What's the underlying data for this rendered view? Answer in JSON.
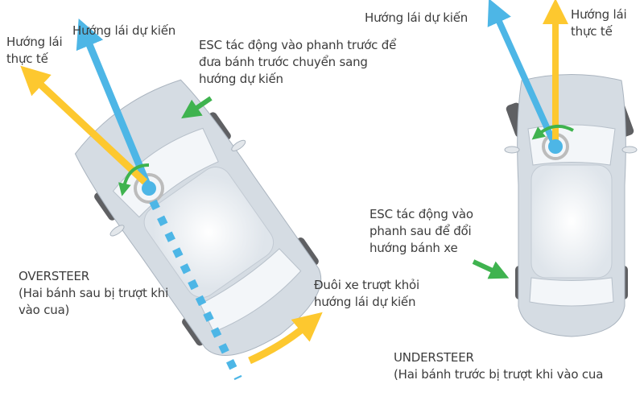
{
  "colors": {
    "intended_direction": "#4DB6E6",
    "actual_direction": "#FDC82F",
    "esc_action": "#3FB34F",
    "car_body": "#D5DCE3",
    "tire": "#5F6063",
    "text": "#3C3C3C"
  },
  "oversteer": {
    "intended_label": "Hướng lái dự kiến",
    "actual_label_line1": "Hướng lái",
    "actual_label_line2": "thực tế",
    "esc_note_line1": "ESC tác động vào phanh trước để",
    "esc_note_line2": "đưa bánh trước chuyển sang",
    "esc_note_line3": "hướng dự kiến",
    "title": "OVERSTEER",
    "desc_line1": "(Hai bánh sau bị trượt khi",
    "desc_line2": "vào cua)",
    "tail_note_line1": "Đuôi xe trượt khỏi",
    "tail_note_line2": "hướng lái dự kiến"
  },
  "understeer": {
    "intended_label": "Hướng lái dự kiến",
    "actual_label_line1": "Hướng lái",
    "actual_label_line2": "thực tế",
    "esc_note_line1": "ESC tác động vào",
    "esc_note_line2": "phanh sau để đổi",
    "esc_note_line3": "hướng bánh xe",
    "title": "UNDERSTEER",
    "desc_line1": "(Hai bánh trước bị trượt khi vào cua"
  }
}
